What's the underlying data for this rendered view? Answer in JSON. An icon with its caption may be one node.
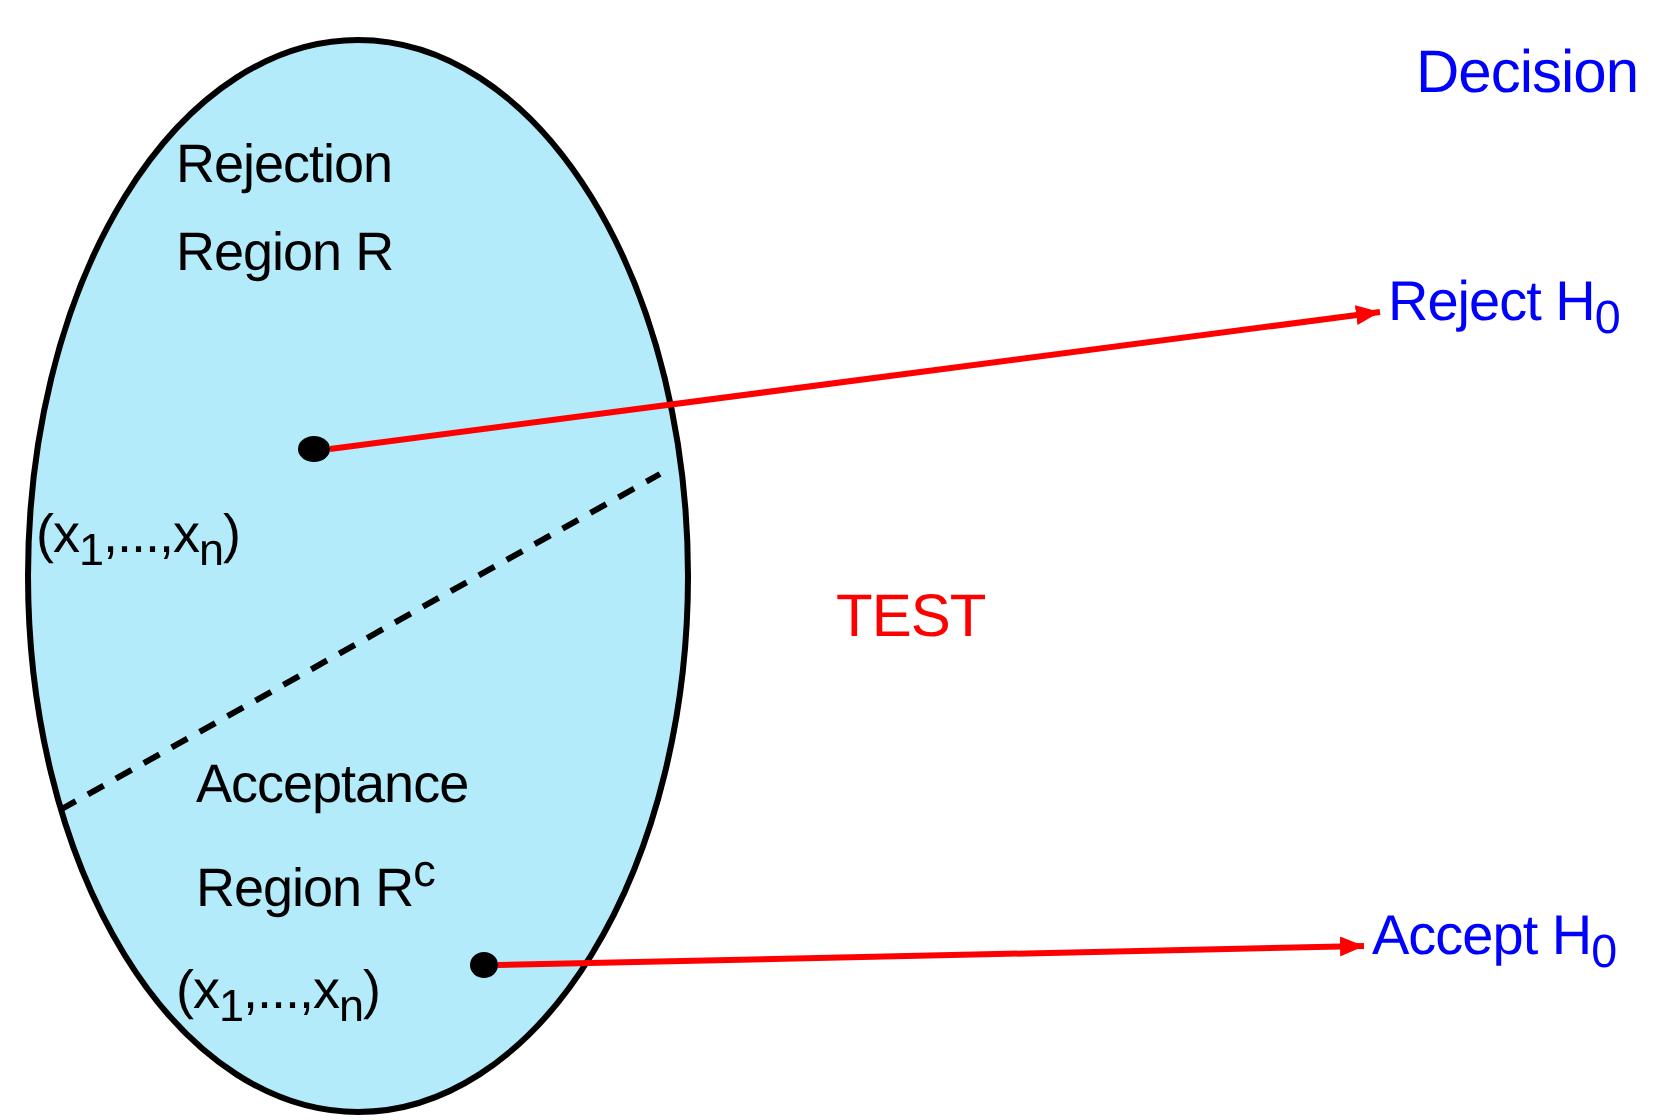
{
  "diagram": {
    "nodes": [
      {
        "text": [],
        "shape": "ellipse"
      },
      {
        "text": [
          "Rejection Region R"
        ],
        "in": 0
      },
      {
        "text": [
          "Acceptance Region R$^{c}$"
        ],
        "in": 0
      },
      {
        "text": [],
        "shape": "circle",
        "in": 0
      },
      {
        "text": [],
        "shape": "circle",
        "in": 0
      },
      {
        "text": [
          "Reject H$_{0}$"
        ]
      },
      {
        "text": [
          "Accept H$_{0}$"
        ]
      }
    ],
    "edges": [
      {
        "from": 3,
        "to": 5,
        "arrow": "to"
      },
      {
        "from": 4,
        "to": 6,
        "arrow": "to"
      }
    ],
    "labels": [
      "Decision",
      "(x$_{1}$,...,x$_{n}$)",
      "TEST",
      "(x$_{1}$,...,x$_{n}$)"
    ]
  }
}
